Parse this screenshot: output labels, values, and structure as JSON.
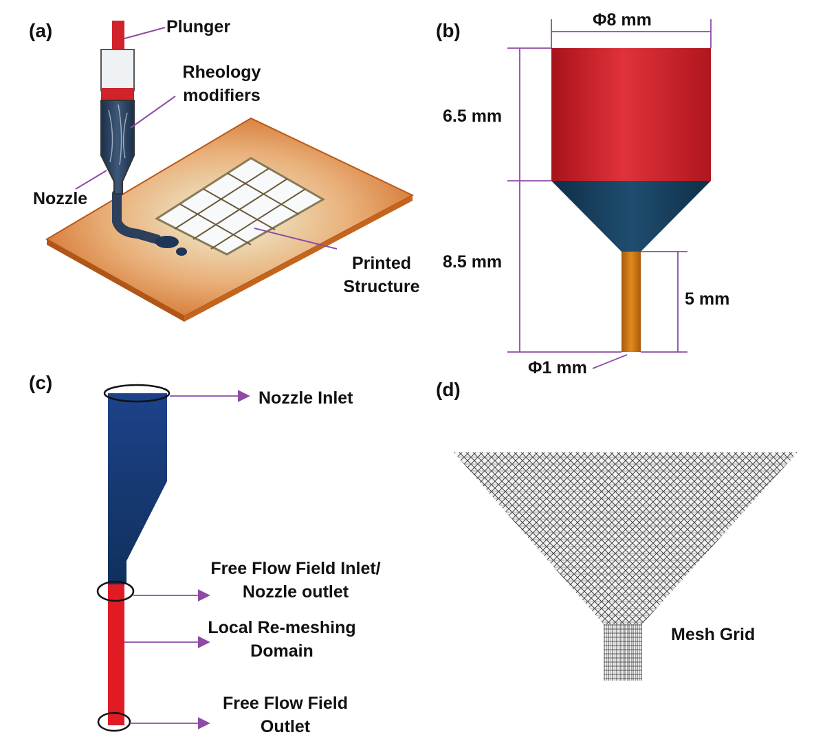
{
  "panels": {
    "a": {
      "tag": "(a)",
      "labels": {
        "plunger": "Plunger",
        "rheology_1": "Rheology",
        "rheology_2": "modifiers",
        "nozzle": "Nozzle",
        "printed_1": "Printed",
        "printed_2": "Structure"
      }
    },
    "b": {
      "tag": "(b)",
      "dims": {
        "top_diameter": "Φ8 mm",
        "upper_height": "6.5 mm",
        "lower_height": "8.5 mm",
        "tip_length": "5 mm",
        "tip_diameter": "Φ1 mm"
      }
    },
    "c": {
      "tag": "(c)",
      "labels": {
        "inlet": "Nozzle Inlet",
        "ff_inlet_1": "Free Flow Field Inlet/",
        "ff_inlet_2": "Nozzle outlet",
        "remesh_1": "Local Re-meshing",
        "remesh_2": "Domain",
        "ff_outlet_1": "Free Flow Field",
        "ff_outlet_2": "Outlet"
      }
    },
    "d": {
      "tag": "(d)",
      "labels": {
        "mesh": "Mesh Grid"
      }
    }
  },
  "colors": {
    "barrel_red": "#d0232b",
    "cone_navy": "#163d5c",
    "tip_orange": "#c8740f",
    "dim_purple": "#8e4aa6",
    "plate_orange": "#d9762c",
    "domain_blue": "#1b3d7a",
    "mesh_gray": "#3a3a3a"
  }
}
